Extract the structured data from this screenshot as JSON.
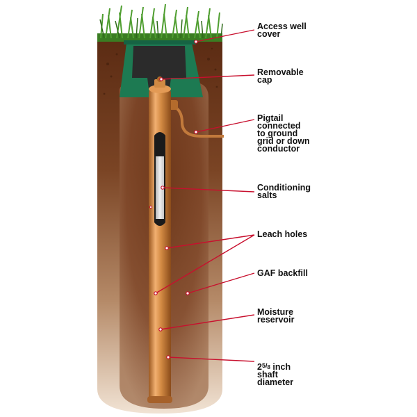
{
  "labels": {
    "access_well_cover": "Access well\ncover",
    "removable_cap": "Removable\ncap",
    "pigtail": "Pigtail\nconnected\nto ground\ngrid or down\nconductor",
    "conditioning_salts": "Conditioning\nsalts",
    "leach_holes": "Leach holes",
    "gaf_backfill": "GAF backfill",
    "moisture_reservoir": "Moisture\nreservoir",
    "shaft_diameter": {
      "whole": "2",
      "numerator": "5",
      "denominator": "8",
      "rest": "inch\nshaft\ndiameter"
    }
  },
  "colors": {
    "leader_line": "#c8102e",
    "soil_dark": "#5a2a12",
    "soil_light": "#e9d4bf",
    "grass": "#3f8c2a",
    "well_cover": "#1f7d55",
    "copper": "#c9803a",
    "pigtail": "#c27a3c",
    "salts": "#d9d9d9"
  }
}
